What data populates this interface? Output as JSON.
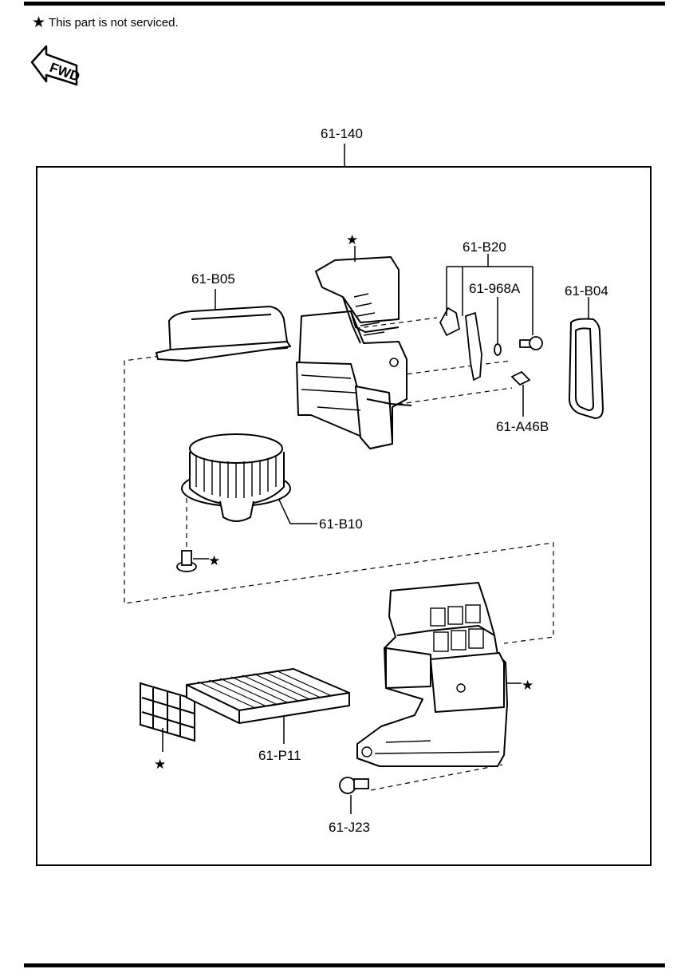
{
  "note": {
    "star": "★",
    "text": "This part is not serviced."
  },
  "fwd_label": "FWD",
  "star_glyph": "★",
  "labels": {
    "assembly": "61-140",
    "b20": "61-B20",
    "b05": "61-B05",
    "a968": "61-968A",
    "b04": "61-B04",
    "a46b": "61-A46B",
    "b10": "61-B10",
    "p11": "61-P11",
    "j23": "61-J23"
  }
}
